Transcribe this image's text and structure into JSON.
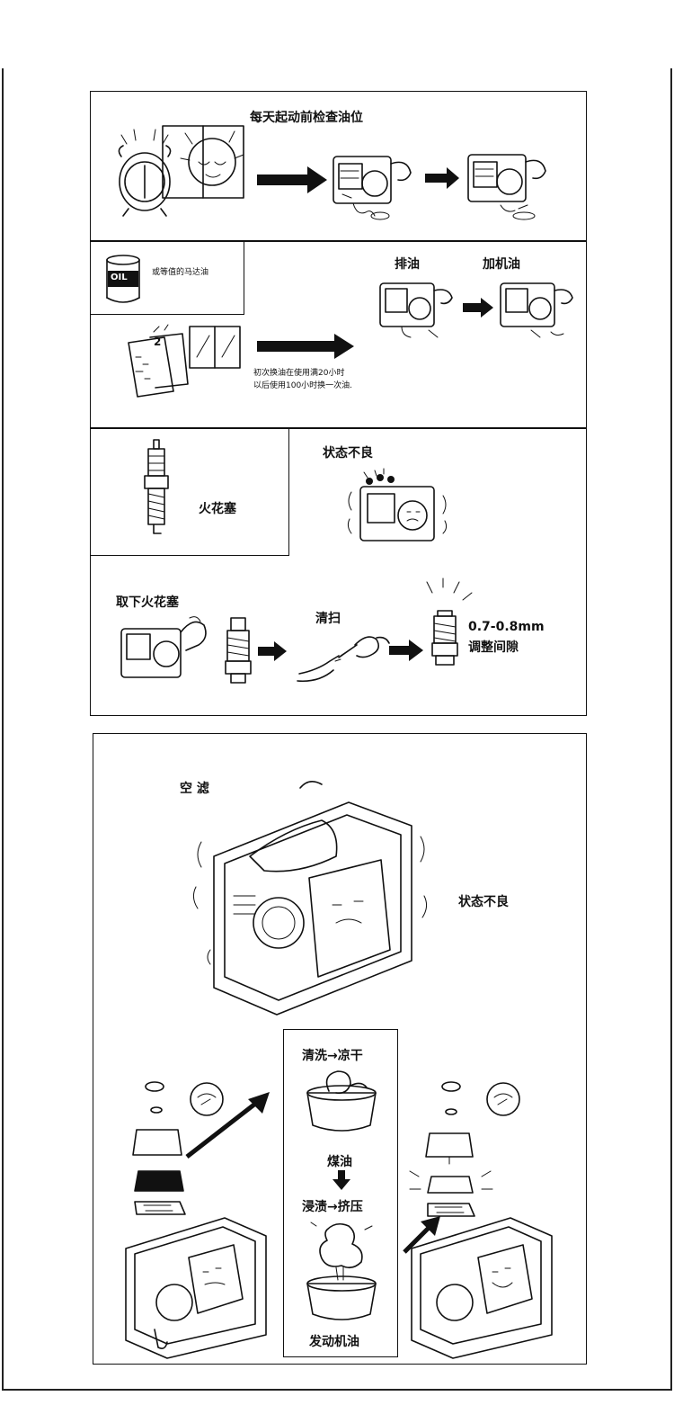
{
  "section1": {
    "title": "每天起动前检查油位"
  },
  "section2": {
    "oil_can_label": "OIL",
    "oil_note": "或等值的马达油",
    "drain_label": "排油",
    "add_label": "加机油",
    "calendar_day": "2",
    "note_line1": "初次换油在使用满20小时",
    "note_line2": "以后使用100小时换一次油."
  },
  "section3": {
    "spark_plug_label": "火花塞",
    "bad_state_label": "状态不良",
    "remove_label": "取下火花塞",
    "clean_label": "清扫",
    "gap_value": "0.7-0.8mm",
    "gap_label": "调整间隙"
  },
  "section4": {
    "air_filter_label": "空 滤",
    "bad_state_label": "状态不良",
    "wash_dry_label": "清洗→凉干",
    "kerosene_label": "煤油",
    "soak_squeeze_label": "浸渍→挤压",
    "engine_oil_label": "发动机油"
  }
}
